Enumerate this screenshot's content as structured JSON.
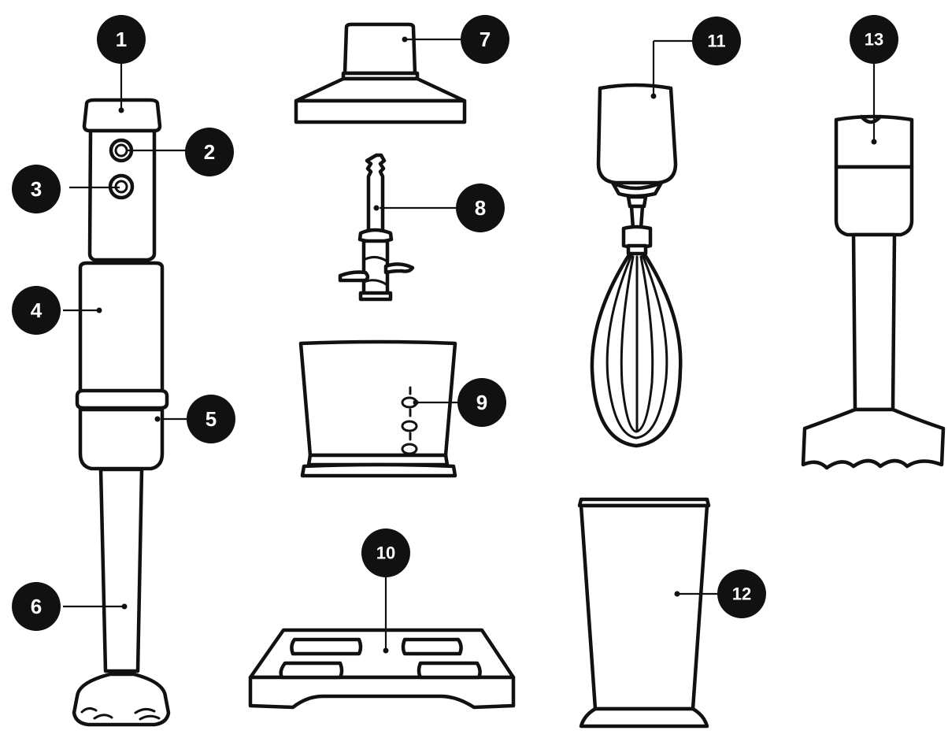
{
  "callouts": [
    {
      "id": 1,
      "label": "1"
    },
    {
      "id": 2,
      "label": "2"
    },
    {
      "id": 3,
      "label": "3"
    },
    {
      "id": 4,
      "label": "4"
    },
    {
      "id": 5,
      "label": "5"
    },
    {
      "id": 6,
      "label": "6"
    },
    {
      "id": 7,
      "label": "7"
    },
    {
      "id": 8,
      "label": "8"
    },
    {
      "id": 9,
      "label": "9"
    },
    {
      "id": 10,
      "label": "10"
    },
    {
      "id": 11,
      "label": "11"
    },
    {
      "id": 12,
      "label": "12"
    },
    {
      "id": 13,
      "label": "13"
    }
  ],
  "colors": {
    "ink": "#111111",
    "paper": "#ffffff",
    "badge_text": "#ffffff"
  }
}
